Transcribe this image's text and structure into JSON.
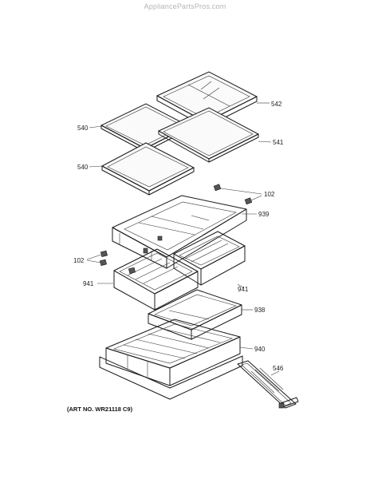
{
  "watermark": "AppliancePartsPros.com",
  "art_number": "(ART NO. WR21118 C9)",
  "callouts": {
    "p542": "542",
    "p540a": "540",
    "p541": "541",
    "p540b": "540",
    "p102a": "102",
    "p939": "939",
    "p102b": "102",
    "p941a": "941",
    "p941b": "941",
    "p938": "938",
    "p940": "940",
    "p546": "546"
  }
}
